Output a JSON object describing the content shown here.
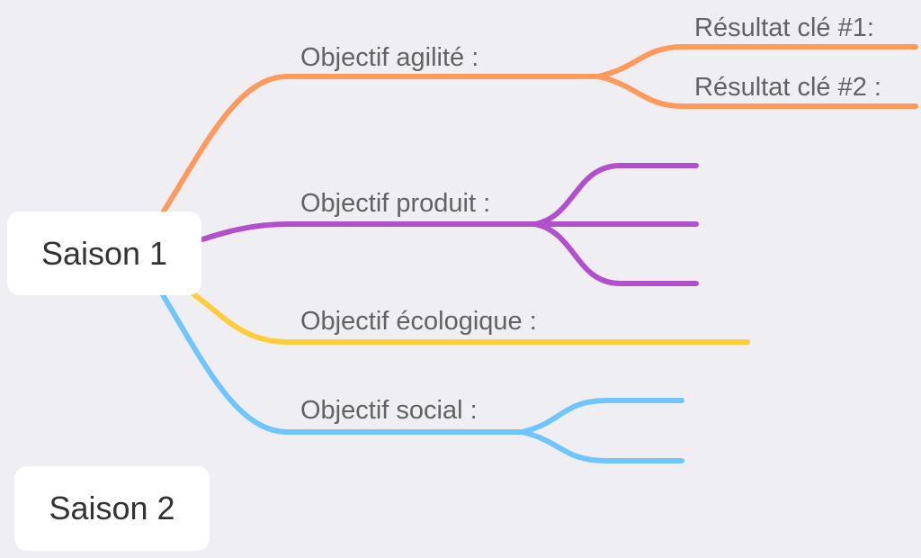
{
  "map": {
    "root_1": {
      "label": "Saison 1"
    },
    "root_2": {
      "label": "Saison 2"
    },
    "branches": [
      {
        "label": "Objectif agilité :",
        "color": "#ff9a5c",
        "children": [
          "Résultat clé #1:",
          "Résultat clé #2 :"
        ]
      },
      {
        "label": "Objectif produit :",
        "color": "#b050cc",
        "children": [
          "",
          "",
          ""
        ]
      },
      {
        "label": "Objectif écologique :",
        "color": "#ffcc3a",
        "children": [
          ""
        ]
      },
      {
        "label": "Objectif social :",
        "color": "#6fc6ff",
        "children": [
          "",
          ""
        ]
      }
    ]
  }
}
